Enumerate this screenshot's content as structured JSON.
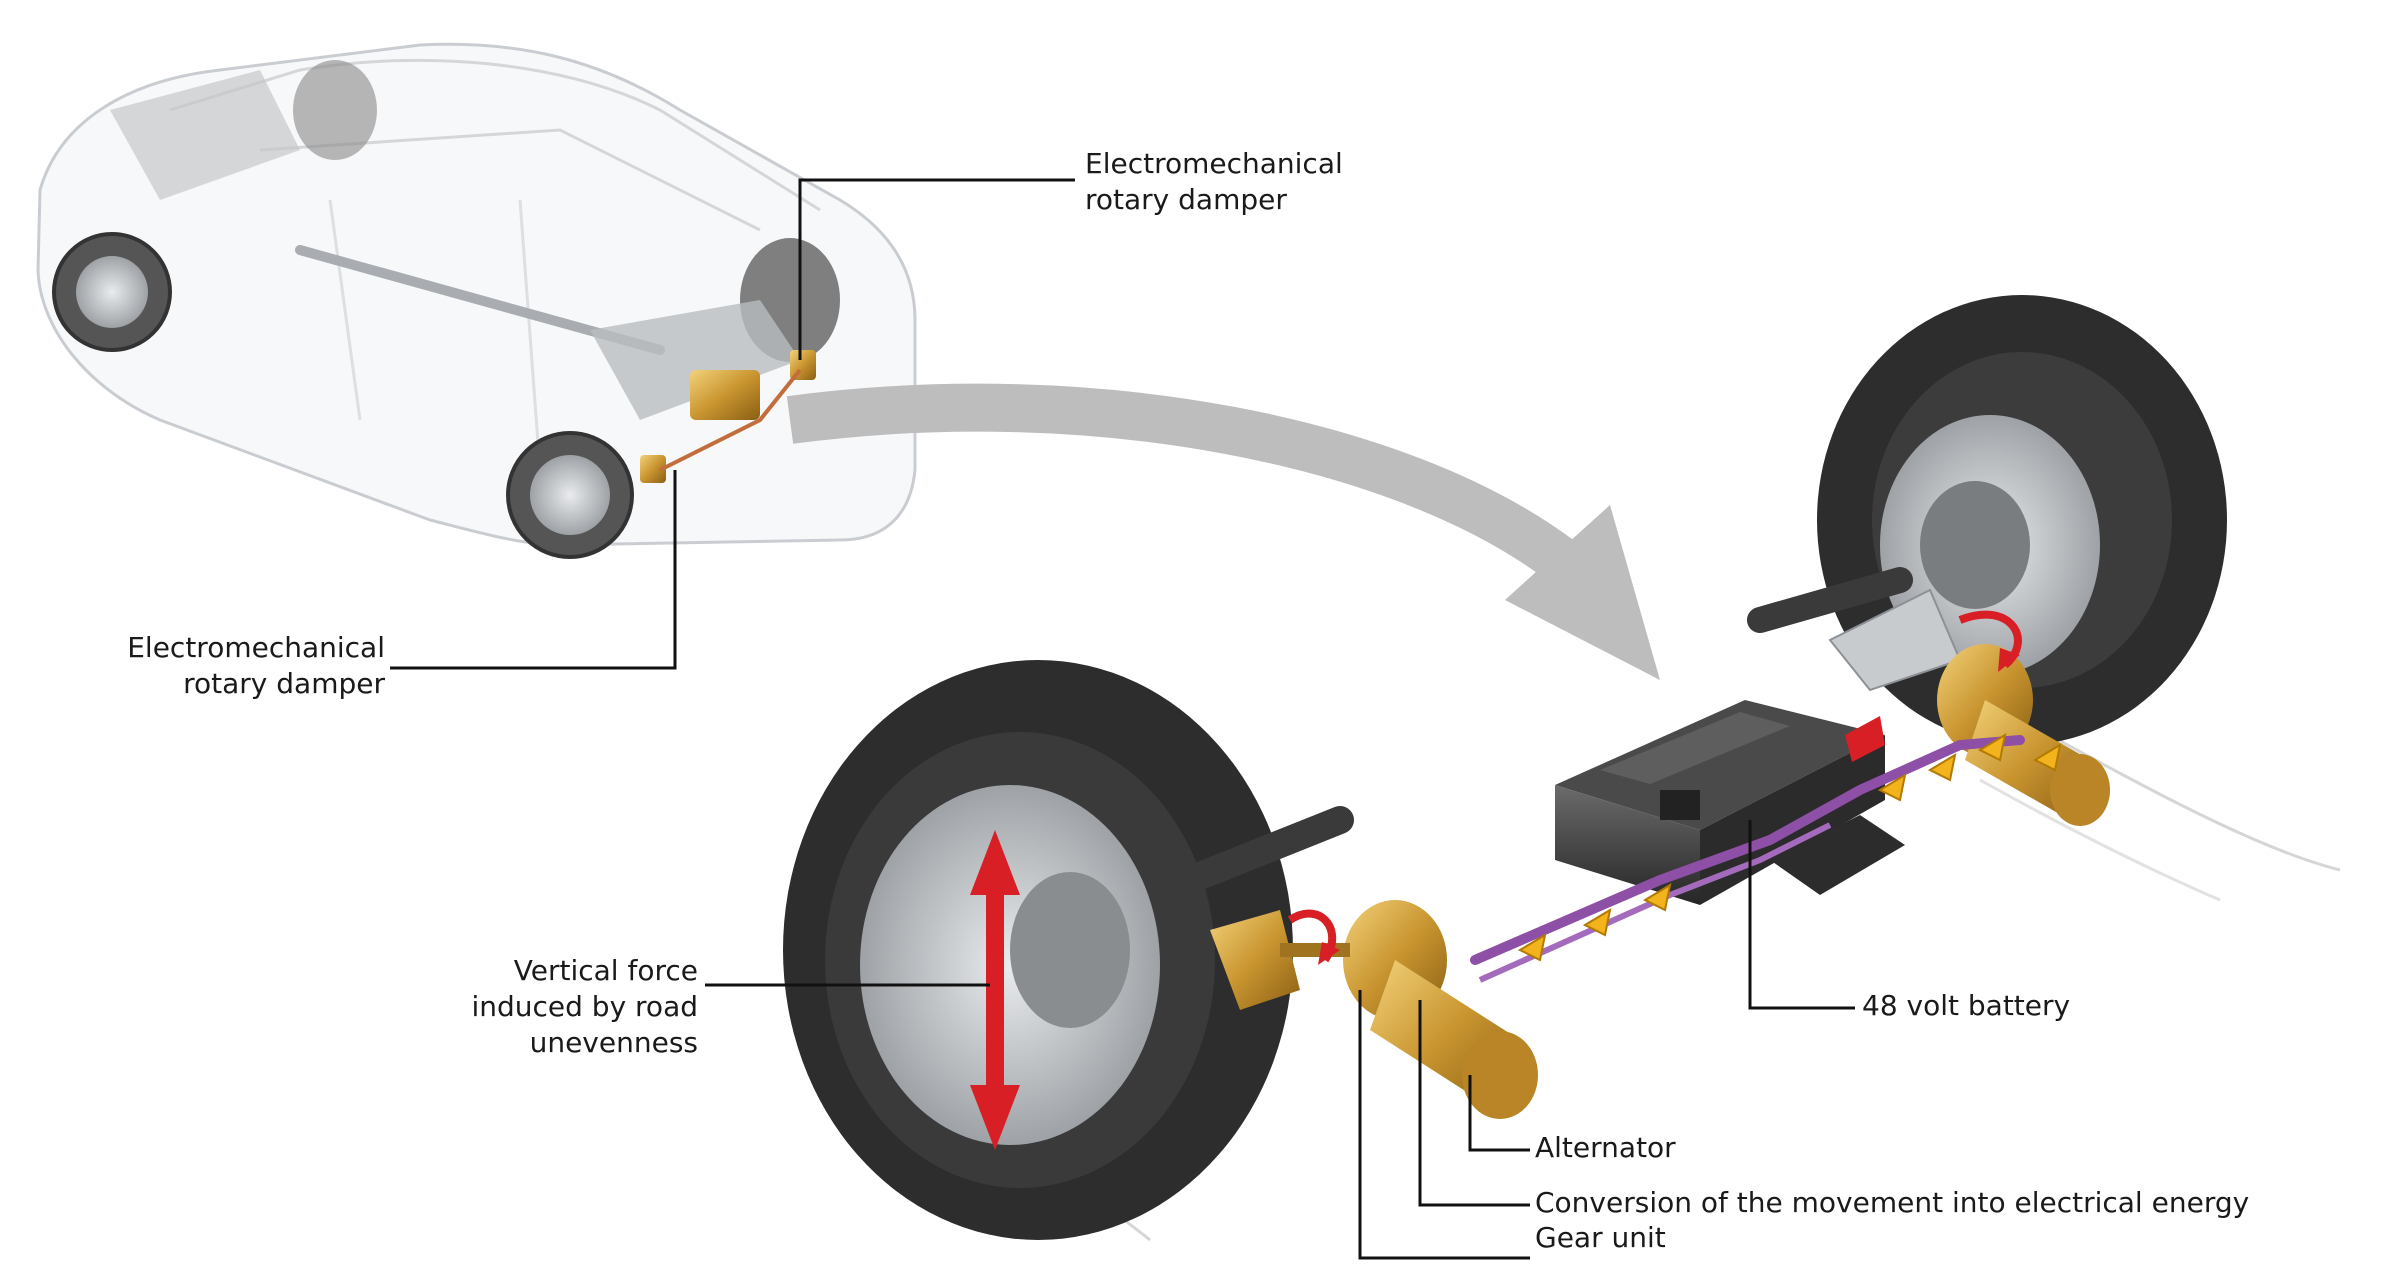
{
  "labels": {
    "rear_damper": "Electromechanical\nrotary damper",
    "front_damper": "Electromechanical\nrotary damper",
    "vertical_force": "Vertical force\ninduced by road\nunevenness",
    "battery": "48 volt battery",
    "alternator": "Alternator",
    "conversion": "Conversion of the movement into electrical energy",
    "gear_unit": "Gear unit"
  },
  "colors": {
    "leader_line": "#111111",
    "flow_arrow": "#bdbdbd",
    "force_arrow": "#d91f26",
    "energy_chevron": "#f2b31c",
    "cable": "#8e4fa6",
    "damper_gold": "#c99530",
    "tire": "#2d2d2d",
    "rim": "#b7babd",
    "battery_body": "#3a3a3a",
    "car_outline": "#c9cdd1"
  }
}
